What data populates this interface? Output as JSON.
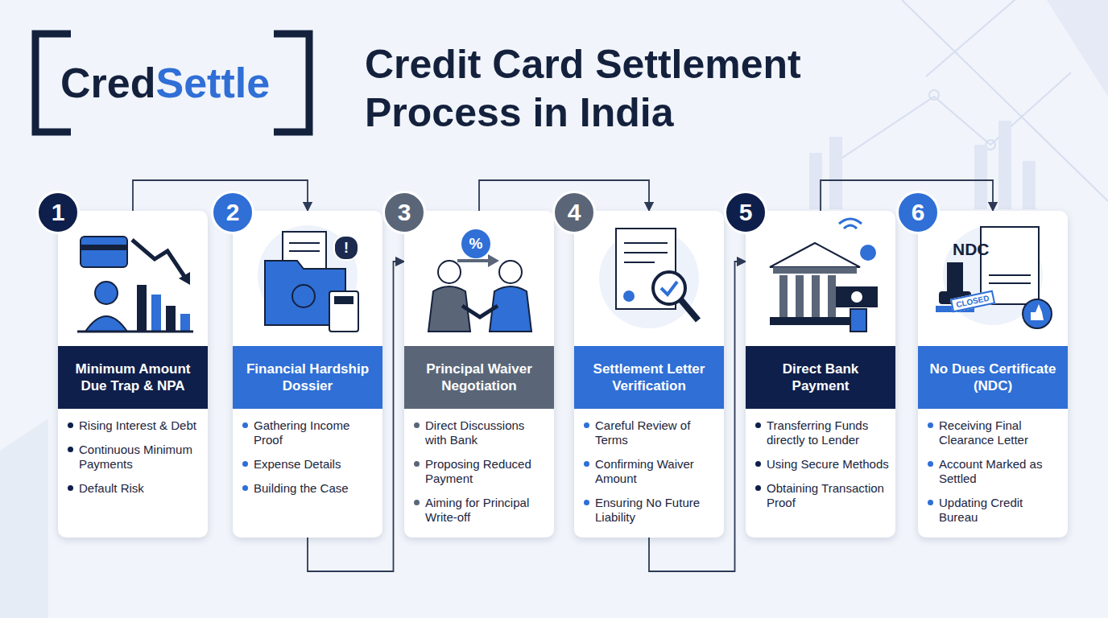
{
  "diagram": {
    "title": "Credit Card Settlement Process in India",
    "nodes": [
      {
        "text": [
          "1",
          "Minimum Amount Due Trap & NPA",
          "Rising Interest & Debt",
          "Continuous Minimum Payments",
          "Default Risk"
        ]
      },
      {
        "text": [
          "2",
          "Financial Hardship Dossier",
          "Gathering Income Proof",
          "Expense Details",
          "Building the Case"
        ]
      },
      {
        "text": [
          "3",
          "Principal Waiver Negotiation",
          "Direct Discussions with Bank",
          "Proposing Reduced Payment",
          "Aiming for Principal Write-off"
        ]
      },
      {
        "text": [
          "4",
          "Settlement Letter Verification",
          "Careful Review of Terms",
          "Confirming Waiver Amount",
          "Ensuring No Future Liability"
        ]
      },
      {
        "text": [
          "5",
          "Direct Bank Payment",
          "Transferring Funds directly to Lender",
          "Using Secure Methods",
          "Obtaining Transaction Proof"
        ]
      },
      {
        "text": [
          "6",
          "No Dues Certificate (NDC)",
          "Receiving Final Clearance Letter",
          "Account Marked as Settled",
          "Updating Credit Bureau"
        ]
      }
    ],
    "edges": [
      {
        "from": 0,
        "to": 1,
        "arrow": "to"
      },
      {
        "from": 1,
        "to": 2,
        "arrow": "to"
      },
      {
        "from": 2,
        "to": 3,
        "arrow": "to"
      },
      {
        "from": 3,
        "to": 4,
        "arrow": "to"
      },
      {
        "from": 4,
        "to": 5,
        "arrow": "to"
      }
    ],
    "labels": [
      "Cred",
      "Settle",
      "!",
      "%",
      "NDC",
      "CLOSED"
    ]
  }
}
